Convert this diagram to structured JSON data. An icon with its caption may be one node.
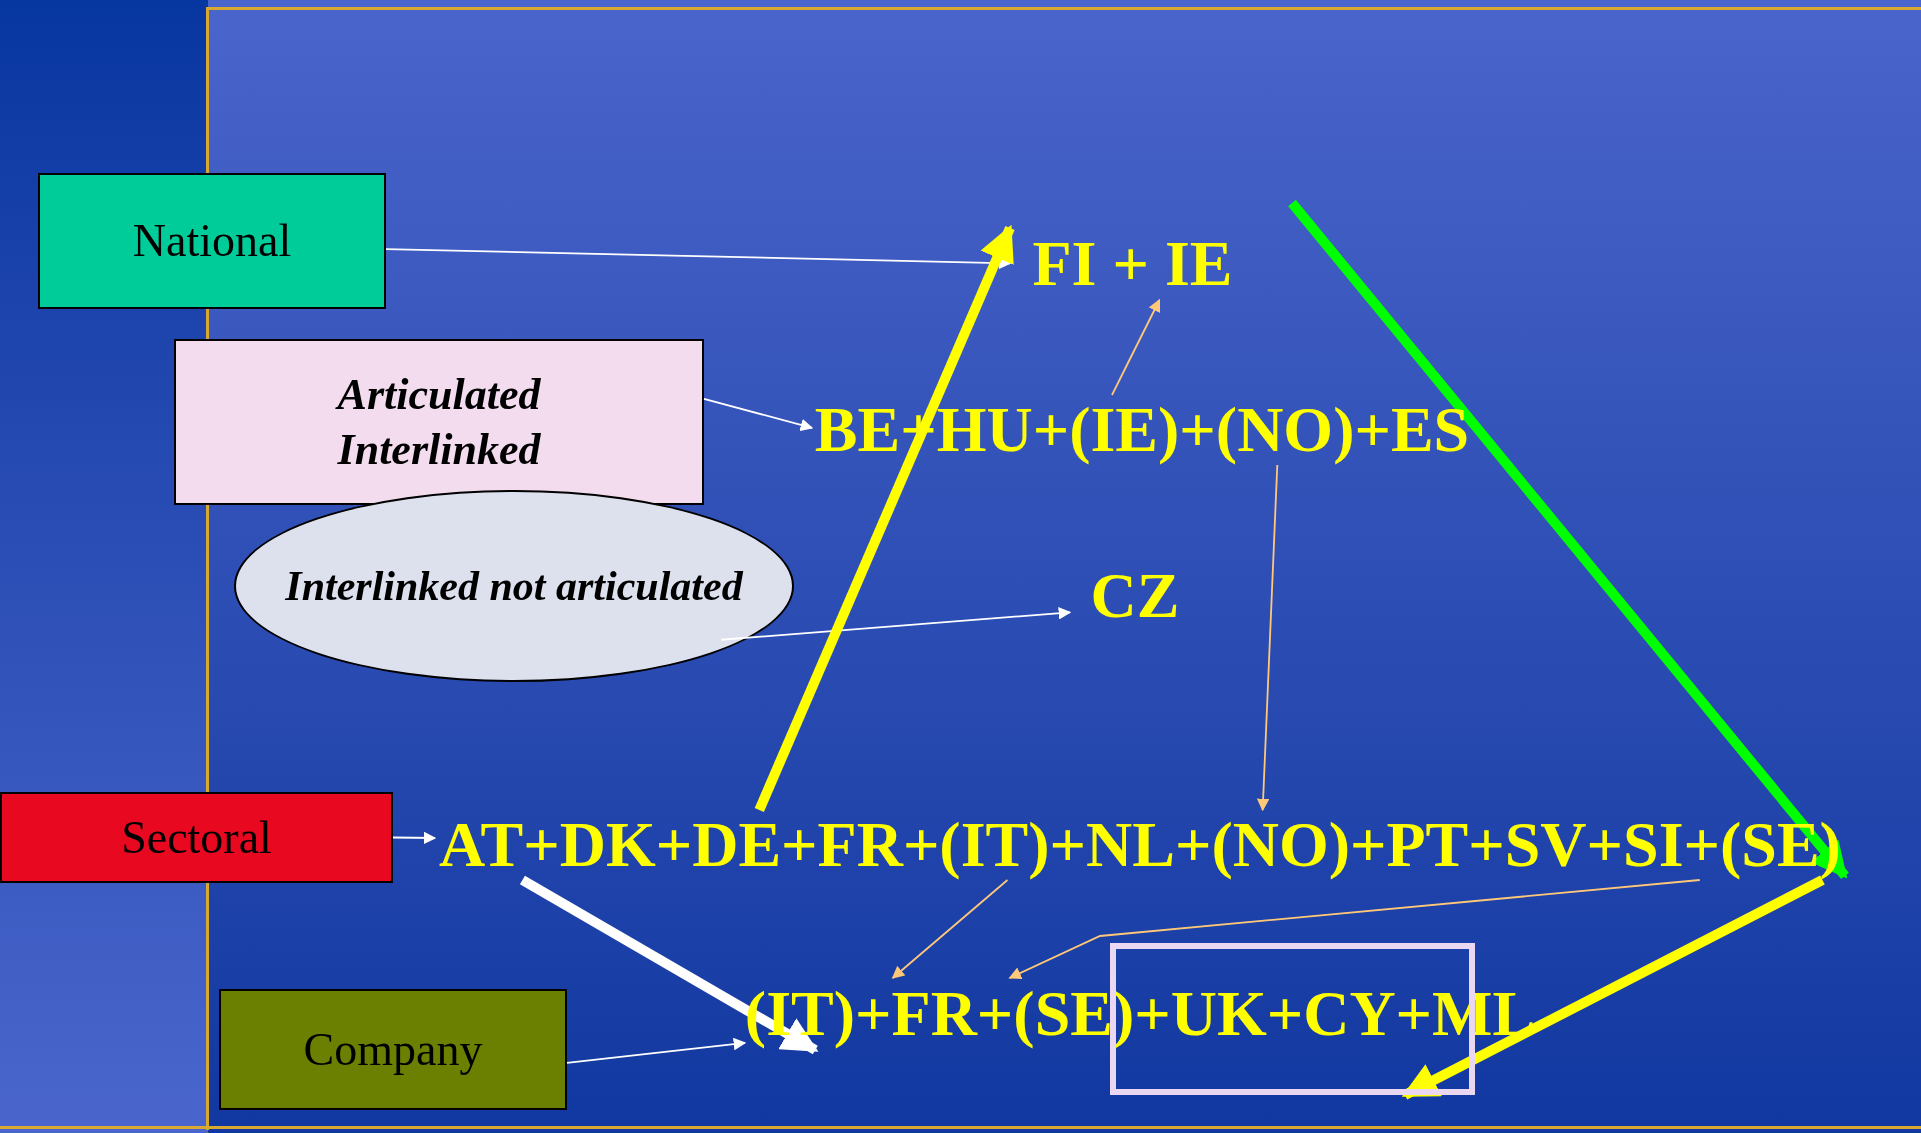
{
  "diagram": {
    "nodes": [
      {
        "text": [
          "National"
        ]
      },
      {
        "text": [
          "Articulated Interlinked"
        ]
      },
      {
        "text": [
          "Interlinked not articulated"
        ]
      },
      {
        "text": [
          "Sectoral"
        ]
      },
      {
        "text": [
          "Company"
        ]
      },
      {
        "text": [
          "FI + IE"
        ]
      },
      {
        "text": [
          "BE+HU+(IE)+(NO)+ES"
        ]
      },
      {
        "text": [
          "CZ"
        ]
      },
      {
        "text": [
          "AT+DK+DE+FR+(IT)+NL+(NO)+PT+SV+SI+(SE)"
        ]
      },
      {
        "text": [
          "(IT)+FR+(SE)+UK+CY+ML"
        ]
      },
      {
        "text": [],
        "shape": "box"
      }
    ],
    "edges": [
      {
        "from": 0,
        "to": 5,
        "arrow": "to"
      },
      {
        "from": 1,
        "to": 6,
        "arrow": "to"
      },
      {
        "from": 2,
        "to": 7,
        "arrow": "to"
      },
      {
        "from": 3,
        "to": 8,
        "arrow": "to"
      },
      {
        "from": 4,
        "to": 9,
        "arrow": "to"
      },
      {
        "from": 6,
        "to": 5,
        "arrow": "to",
        "color": "#ffc878"
      },
      {
        "from": 6,
        "to": 8,
        "arrow": "to",
        "color": "#ffc878"
      },
      {
        "from": 8,
        "to": 9,
        "arrow": "to",
        "color": "#ffc878"
      },
      {
        "from": 8,
        "to": 9,
        "arrow": "to",
        "color": "#ffc878"
      },
      {
        "from": 8,
        "to": 5,
        "arrow": "to",
        "style": "thick",
        "color": "#ffff00"
      },
      {
        "from": null,
        "to": 8,
        "arrow": "to",
        "style": "thick",
        "color": "#00ff00"
      },
      {
        "from": 8,
        "to": 10,
        "arrow": "to",
        "style": "thick",
        "color": "#ffff00"
      },
      {
        "from": 8,
        "to": 9,
        "arrow": "to",
        "style": "thick"
      }
    ]
  }
}
